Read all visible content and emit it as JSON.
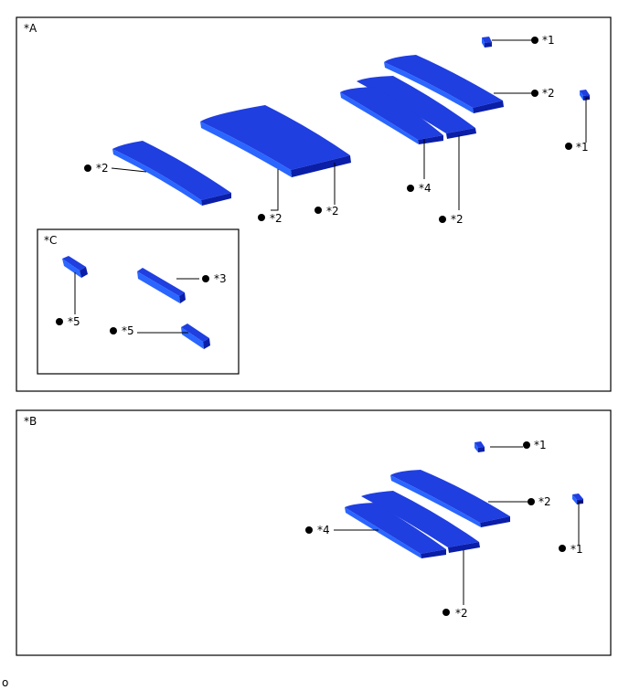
{
  "panels": {
    "a": "*A",
    "b": "*B",
    "c": "*C"
  },
  "callouts": {
    "a1_top": "*1",
    "a1_right": "*1",
    "a2_upper_right": "*2",
    "a2_left": "*2",
    "a2_center_left": "*2",
    "a2_center_right": "*2",
    "a2_lower_right": "*2",
    "a4": "*4",
    "c3": "*3",
    "c5_left": "*5",
    "c5_right": "*5",
    "b1_top": "*1",
    "b1_right": "*1",
    "b2_upper": "*2",
    "b2_lower": "*2",
    "b4": "*4"
  },
  "footer_code": "o",
  "colors": {
    "part_top": "#1f3fe0",
    "part_side": "#0a1ea8",
    "part_edge": "#2a66ff",
    "line": "#000000"
  }
}
